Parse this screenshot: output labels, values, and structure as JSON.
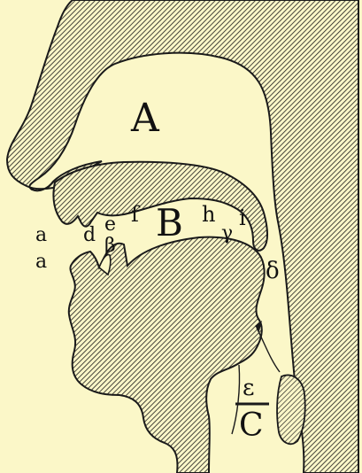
{
  "background_color": "#fbf7c8",
  "ink_color": "#1a1a1a",
  "labels": {
    "A": "A",
    "B": "B",
    "C": "C",
    "a_upper": "a",
    "a_lower": "a",
    "d": "d",
    "e": "e",
    "f": "f",
    "h": "h",
    "i": "i",
    "beta": "β",
    "gamma": "γ",
    "delta": "δ",
    "epsilon": "ε"
  }
}
